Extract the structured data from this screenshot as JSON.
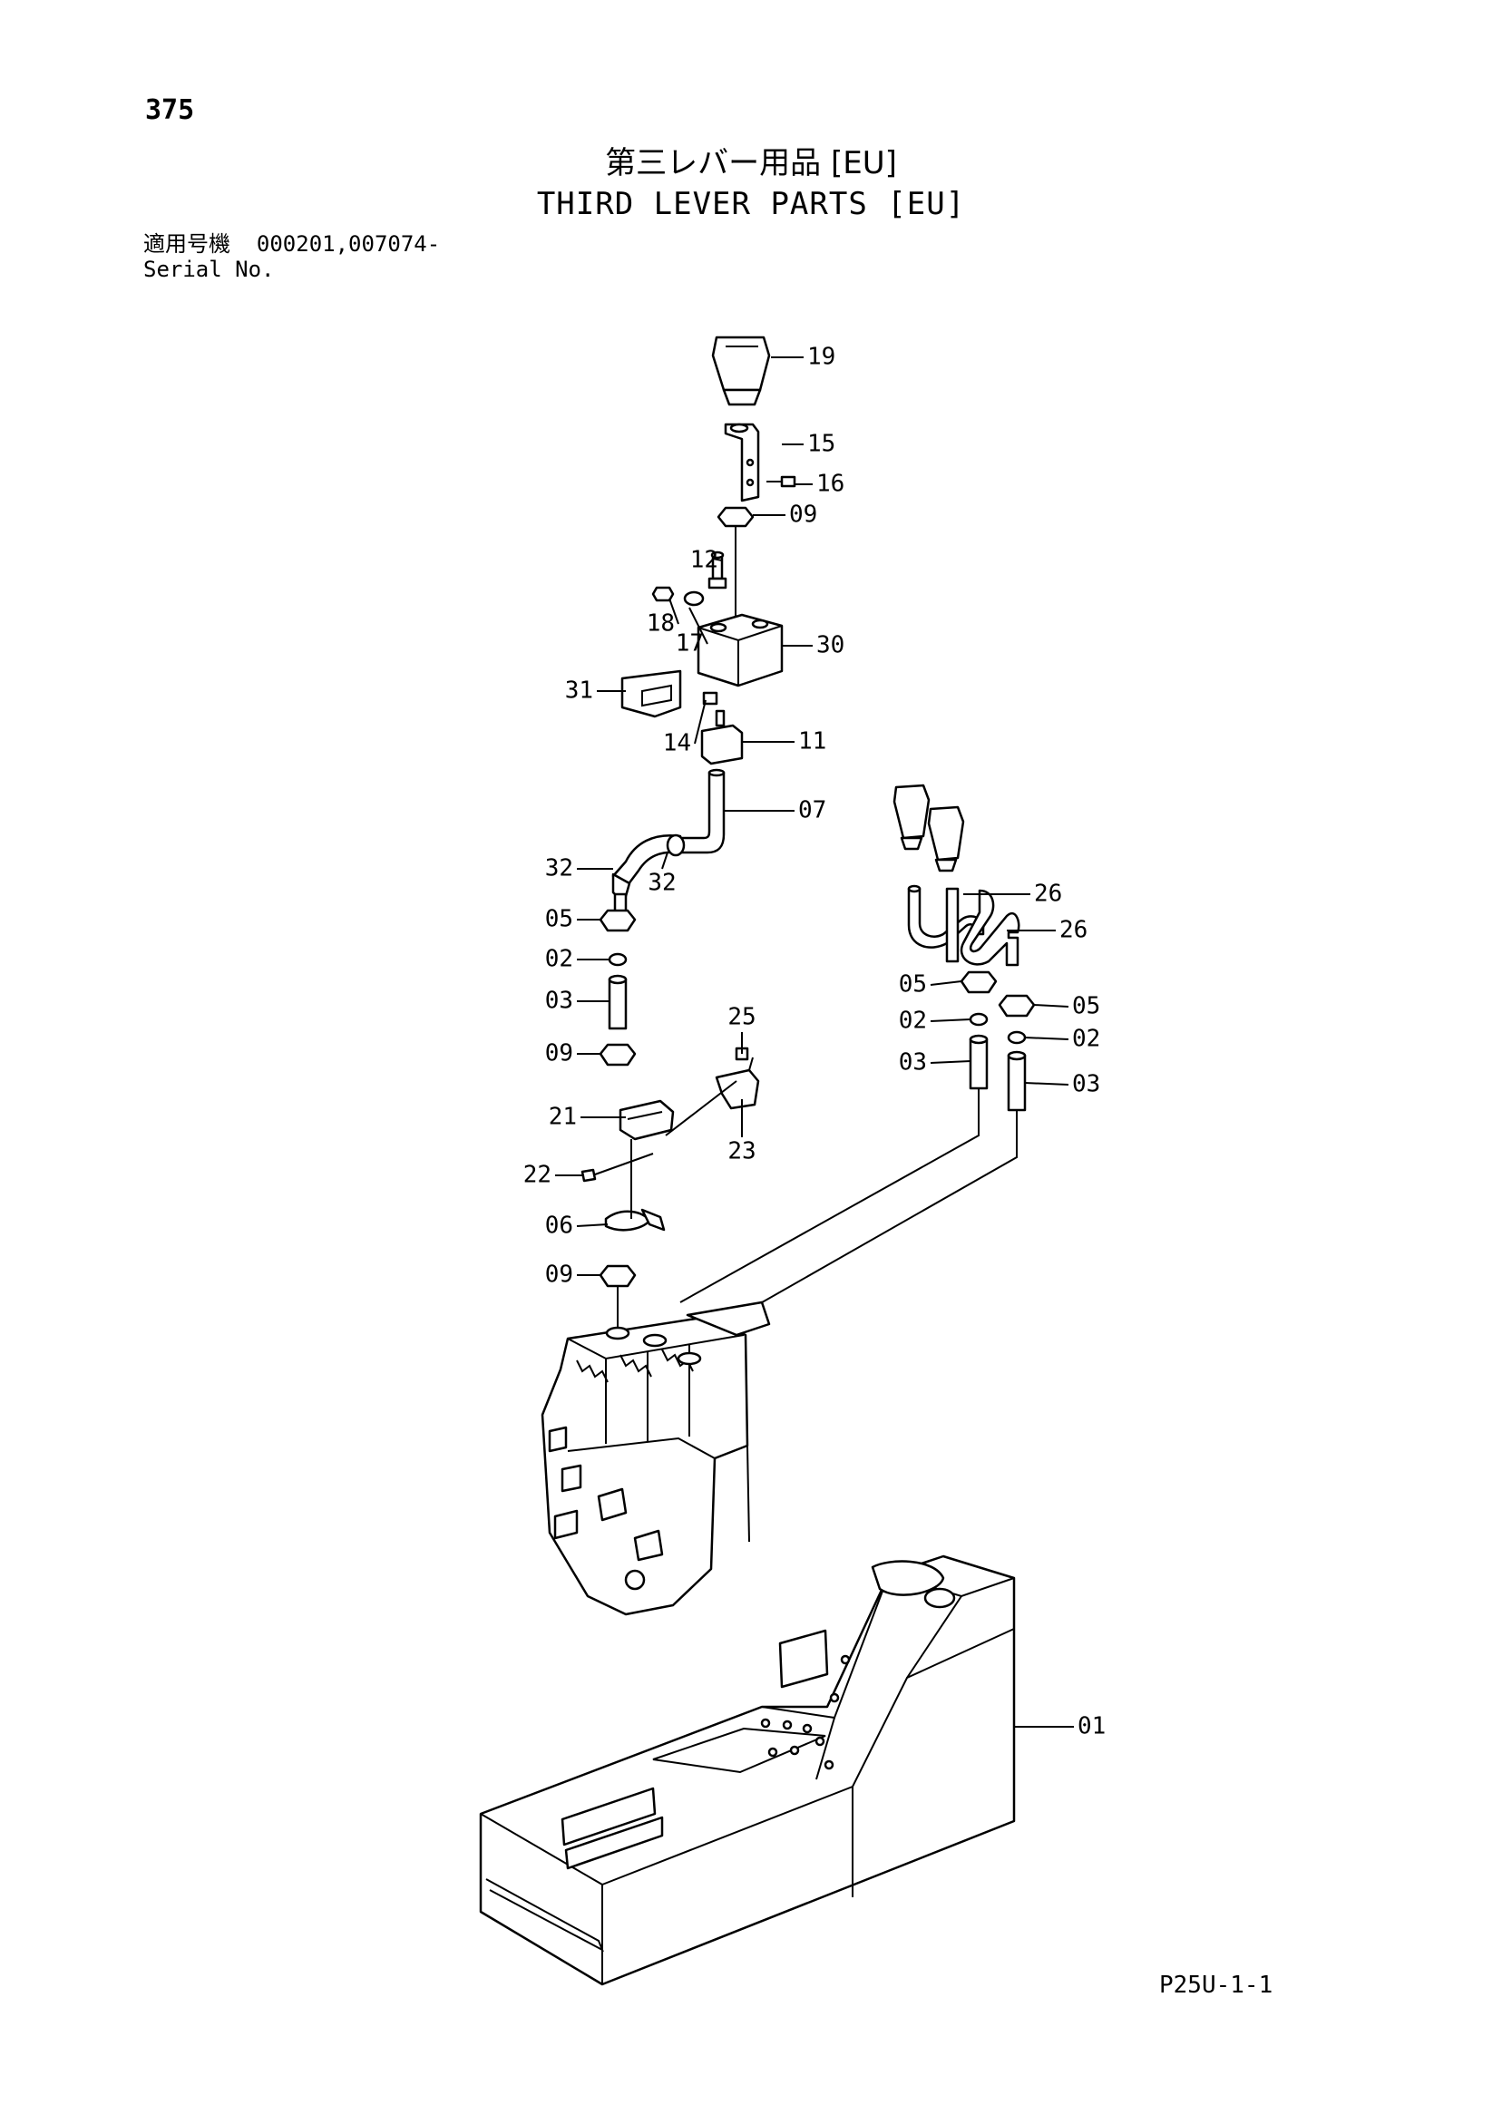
{
  "page_number": "375",
  "title_jp": "第三レバー用品 [EU]",
  "title_en": "THIRD LEVER PARTS [EU]",
  "serial_label_jp": "適用号機",
  "serial_values": "000201,007074-",
  "serial_label_en": "Serial No.",
  "footer_code": "P25U-1-1",
  "callouts": [
    {
      "num": "19",
      "side": "right"
    },
    {
      "num": "15",
      "side": "right"
    },
    {
      "num": "16",
      "side": "right"
    },
    {
      "num": "09",
      "side": "right"
    },
    {
      "num": "12",
      "side": "left"
    },
    {
      "num": "18",
      "side": "left"
    },
    {
      "num": "17",
      "side": "left"
    },
    {
      "num": "30",
      "side": "right"
    },
    {
      "num": "31",
      "side": "left"
    },
    {
      "num": "14",
      "side": "left"
    },
    {
      "num": "11",
      "side": "right"
    },
    {
      "num": "07",
      "side": "right"
    },
    {
      "num": "32",
      "side": "left"
    },
    {
      "num": "32",
      "side": "below"
    },
    {
      "num": "05",
      "side": "left"
    },
    {
      "num": "02",
      "side": "left"
    },
    {
      "num": "03",
      "side": "left"
    },
    {
      "num": "09",
      "side": "left"
    },
    {
      "num": "25",
      "side": "above"
    },
    {
      "num": "21",
      "side": "left"
    },
    {
      "num": "23",
      "side": "below"
    },
    {
      "num": "22",
      "side": "left"
    },
    {
      "num": "06",
      "side": "left"
    },
    {
      "num": "09",
      "side": "left"
    },
    {
      "num": "26",
      "side": "right"
    },
    {
      "num": "26",
      "side": "right"
    },
    {
      "num": "05",
      "side": "left"
    },
    {
      "num": "05",
      "side": "right"
    },
    {
      "num": "02",
      "side": "left"
    },
    {
      "num": "02",
      "side": "right"
    },
    {
      "num": "03",
      "side": "left"
    },
    {
      "num": "03",
      "side": "right"
    },
    {
      "num": "01",
      "side": "right"
    }
  ]
}
